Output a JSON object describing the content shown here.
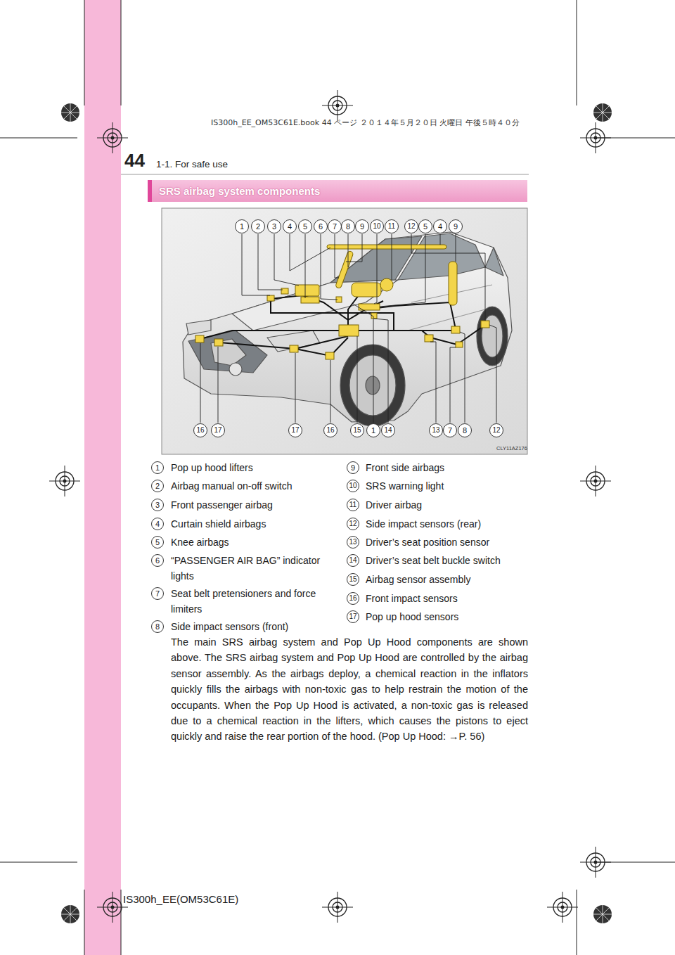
{
  "diagram": {
    "title": "SRS airbag system components",
    "labels": [
      "44",
      "1-1. For safe use",
      "IS300h_EE_OM53C61E.book 44 ページ ２０１４年５月２０日 火曜日 午後５時４０分",
      "1",
      "2",
      "3",
      "4",
      "5",
      "6",
      "7",
      "8",
      "9",
      "10",
      "11",
      "12",
      "5",
      "4",
      "9",
      "16",
      "17",
      "17",
      "16",
      "15",
      "1",
      "14",
      "13",
      "7",
      "8",
      "12",
      "CLY11AZ176",
      "1",
      "Pop up hood lifters",
      "2",
      "Airbag manual on-off switch",
      "3",
      "Front passenger airbag",
      "4",
      "Curtain shield airbags",
      "5",
      "Knee airbags",
      "6",
      "“PASSENGER AIR BAG” indicator lights",
      "7",
      "Seat belt pretensioners and force limiters",
      "8",
      "Side impact sensors (front)",
      "9",
      "Front side airbags",
      "10",
      "SRS warning light",
      "11",
      "Driver airbag",
      "12",
      "Side impact sensors (rear)",
      "13",
      "Driver’s seat position sensor",
      "14",
      "Driver’s seat belt buckle switch",
      "15",
      "Airbag sensor assembly",
      "16",
      "Front impact sensors",
      "17",
      "Pop up hood sensors",
      "The main SRS airbag system and Pop Up Hood components are shown above. The SRS airbag system and Pop Up Hood are controlled by the airbag sensor assembly. As the airbags deploy, a chemical reaction in the inflators quickly fills the airbags with non-toxic gas to help restrain the motion of the occupants. When the Pop Up Hood is activated, a non-toxic gas is released due to a chemical reaction in the lifters, which causes the pistons to eject quickly and raise the rear portion of the hood. (Pop Up Hood: →P. 56)",
      "IS300h_EE(OM53C61E)"
    ]
  }
}
